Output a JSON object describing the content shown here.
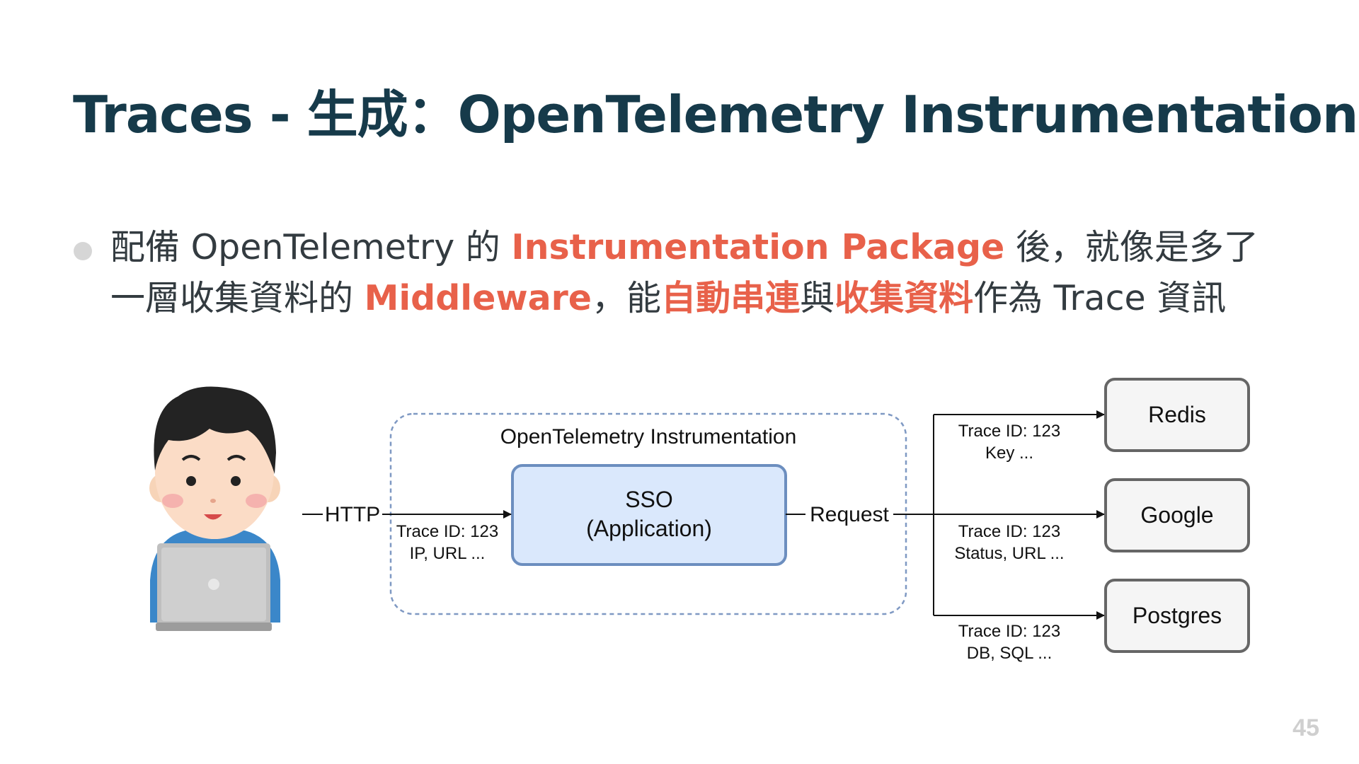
{
  "slide": {
    "title": "Traces - 生成：OpenTelemetry Instrumentation",
    "page_number": "45"
  },
  "bullet": {
    "part1": "配備 OpenTelemetry 的 ",
    "hl1": "Instrumentation Package",
    "part2": " 後，就像是多了一層收集資料的 ",
    "hl2": "Middleware",
    "part3": "，能",
    "hl3": "自動串連",
    "part4": "與",
    "hl4": "收集資料",
    "part5": "作為 Trace 資訊"
  },
  "diagram": {
    "boundary_label": "OpenTelemetry Instrumentation",
    "app_box": {
      "line1": "SSO",
      "line2": "(Application)"
    },
    "user_illustration": "user-with-laptop",
    "http_label": "HTTP",
    "request_label": "Request",
    "inbound_trace": {
      "line1": "Trace ID: 123",
      "line2": "IP, URL ..."
    },
    "services": [
      {
        "name": "Redis",
        "trace_line1": "Trace ID: 123",
        "trace_line2": "Key ..."
      },
      {
        "name": "Google",
        "trace_line1": "Trace ID: 123",
        "trace_line2": "Status, URL ..."
      },
      {
        "name": "Postgres",
        "trace_line1": "Trace ID: 123",
        "trace_line2": "DB, SQL ..."
      }
    ],
    "colors": {
      "app_fill": "#dae8fc",
      "app_stroke": "#6c8ebf",
      "service_fill": "#f5f5f5",
      "service_stroke": "#666666",
      "boundary_stroke": "#7f99c3"
    }
  }
}
